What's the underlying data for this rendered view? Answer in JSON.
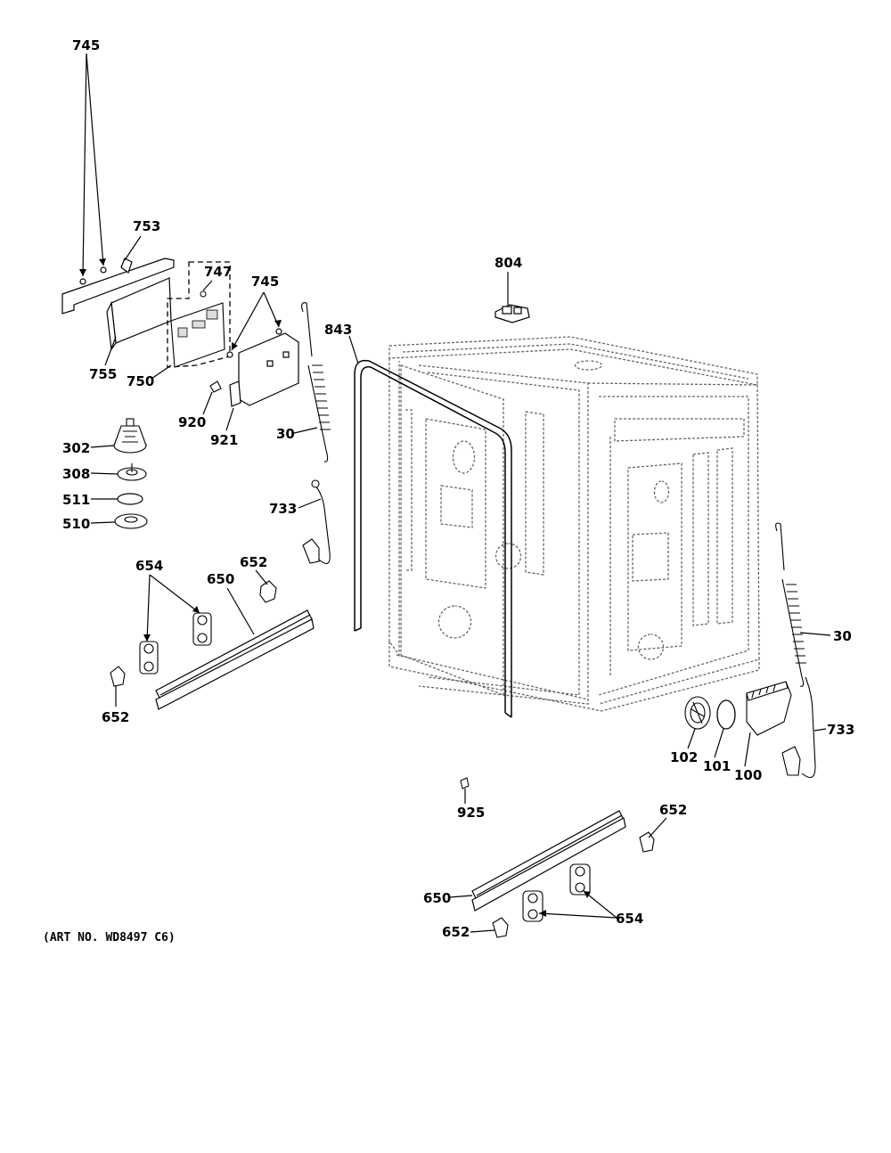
{
  "art_number": "(ART NO. WD8497 C6)",
  "callouts": {
    "c745a": "745",
    "c753": "753",
    "c747": "747",
    "c745b": "745",
    "c755": "755",
    "c750": "750",
    "c920": "920",
    "c921": "921",
    "c30a": "30",
    "c843": "843",
    "c804": "804",
    "c302": "302",
    "c308": "308",
    "c511": "511",
    "c510": "510",
    "c733a": "733",
    "c654a": "654",
    "c652a": "652",
    "c650a": "650",
    "c652b": "652",
    "c30b": "30",
    "c733b": "733",
    "c102": "102",
    "c101": "101",
    "c100": "100",
    "c925": "925",
    "c652c": "652",
    "c650b": "650",
    "c654b": "654",
    "c652d": "652"
  },
  "colors": {
    "ink": "#000000",
    "dash": "#555555",
    "paper": "#ffffff",
    "shade": "#bdbdbd"
  }
}
